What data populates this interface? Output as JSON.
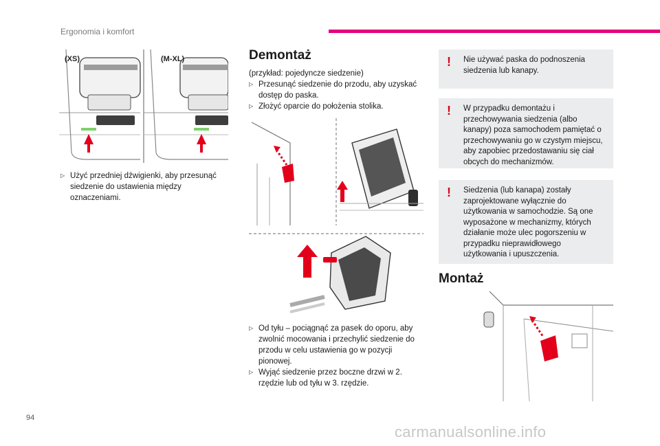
{
  "header": {
    "title": "Ergonomia i komfort",
    "accent_color": "#e5007e"
  },
  "page_number": "94",
  "watermark": "carmanualsonline.info",
  "left": {
    "figure_labels": [
      "(XS)",
      "(M-XL)"
    ],
    "bullets": [
      "Użyć przedniej dźwigienki, aby przesunąć siedzenie do ustawienia między oznaczeniami."
    ]
  },
  "middle": {
    "title": "Demontaż",
    "intro": "(przykład: pojedyncze siedzenie)",
    "bullets_top": [
      "Przesunąć siedzenie do przodu, aby uzyskać dostęp do paska.",
      "Złożyć oparcie do położenia stolika."
    ],
    "bullets_bottom": [
      "Od tyłu – pociągnąć za pasek do oporu, aby zwolnić mocowania i przechylić siedzenie do przodu w celu ustawienia go w pozycji pionowej.",
      "Wyjąć siedzenie przez boczne drzwi w 2. rzędzie lub od tyłu w 3. rzędzie."
    ]
  },
  "right": {
    "warnings": [
      "Nie używać paska do podnoszenia siedzenia lub kanapy.",
      "W przypadku demontażu i przechowywania siedzenia (albo kanapy) poza samochodem pamiętać o przechowywaniu go w czystym miejscu, aby zapobiec przedostawaniu się ciał obcych do mechanizmów.",
      "Siedzenia (lub kanapa) zostały zaprojektowane wyłącznie do użytkowania w samochodzie. Są one wyposażone w mechanizmy, których działanie może ulec pogorszeniu w przypadku nieprawidłowego użytkowania i upuszczenia."
    ],
    "warning_mark": "!",
    "warning_color": "#d8001a",
    "title": "Montaż"
  }
}
